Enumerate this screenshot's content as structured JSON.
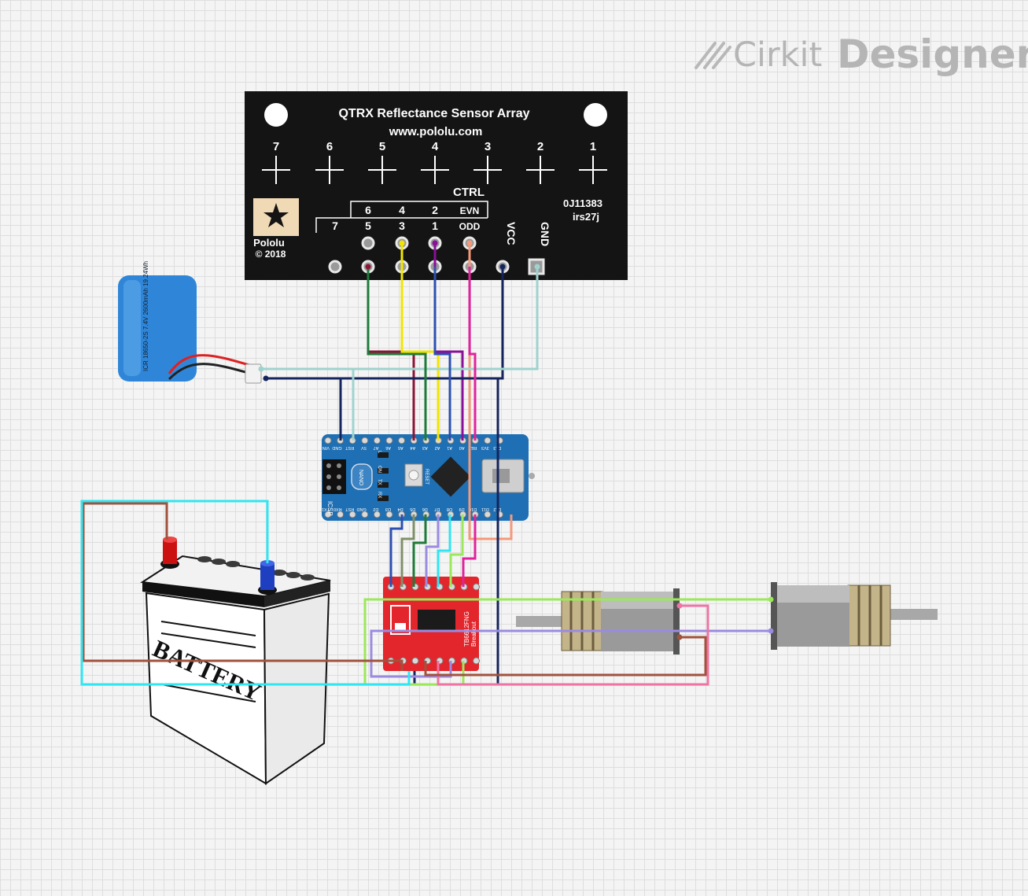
{
  "watermark": {
    "brand": "Cirkit",
    "product": "Designer"
  },
  "sensor": {
    "title": "QTRX Reflectance Sensor Array",
    "url": "www.pololu.com",
    "channels": [
      "7",
      "6",
      "5",
      "4",
      "3",
      "2",
      "1"
    ],
    "ctrl_label": "CTRL",
    "even_pins": [
      "6",
      "4",
      "2",
      "EVN"
    ],
    "odd_pins": [
      "7",
      "5",
      "3",
      "1",
      "ODD"
    ],
    "vcc_label": "VCC",
    "gnd_label": "GND",
    "part_no": "0J11383",
    "rev": "irs27j",
    "brand": "Pololu",
    "copyright": "© 2018"
  },
  "lipo": {
    "print": "ICR 18650-2S 7.4V 2600mAh 19.24Wh"
  },
  "nano": {
    "top_pins": [
      "VIN",
      "GND",
      "RST",
      "5V",
      "A7",
      "A6",
      "A5",
      "A4",
      "A3",
      "A2",
      "A1",
      "A0",
      "REF",
      "3V3",
      "D13"
    ],
    "bottom_pins": [
      "TX1",
      "RX0",
      "RST",
      "GND",
      "D2",
      "D3",
      "D4",
      "D5",
      "D6",
      "D7",
      "D8",
      "D9",
      "D10",
      "D11",
      "D12"
    ],
    "labels": [
      "NANO",
      "RESET",
      "ICSP",
      "ON",
      "TX",
      "RX",
      "L"
    ]
  },
  "driver": {
    "line1": "TB6612FNG",
    "line2": "Breakout"
  },
  "battery": {
    "label": "BATTERY"
  },
  "wire_colors": {
    "maroon": "#8b1538",
    "yellow": "#f2e600",
    "purple": "#8a0f99",
    "salmon": "#f4997a",
    "navy": "#14245c",
    "teal": "#9fd3ce",
    "green": "#1f7a3a",
    "blue": "#2d4fb0",
    "magenta": "#e0239c",
    "lime": "#9be85a",
    "lavender": "#9b8be0",
    "pink": "#ef74a4",
    "cyan": "#2fe6f2",
    "brown": "#a0523d",
    "olive": "#7f8f6a"
  }
}
